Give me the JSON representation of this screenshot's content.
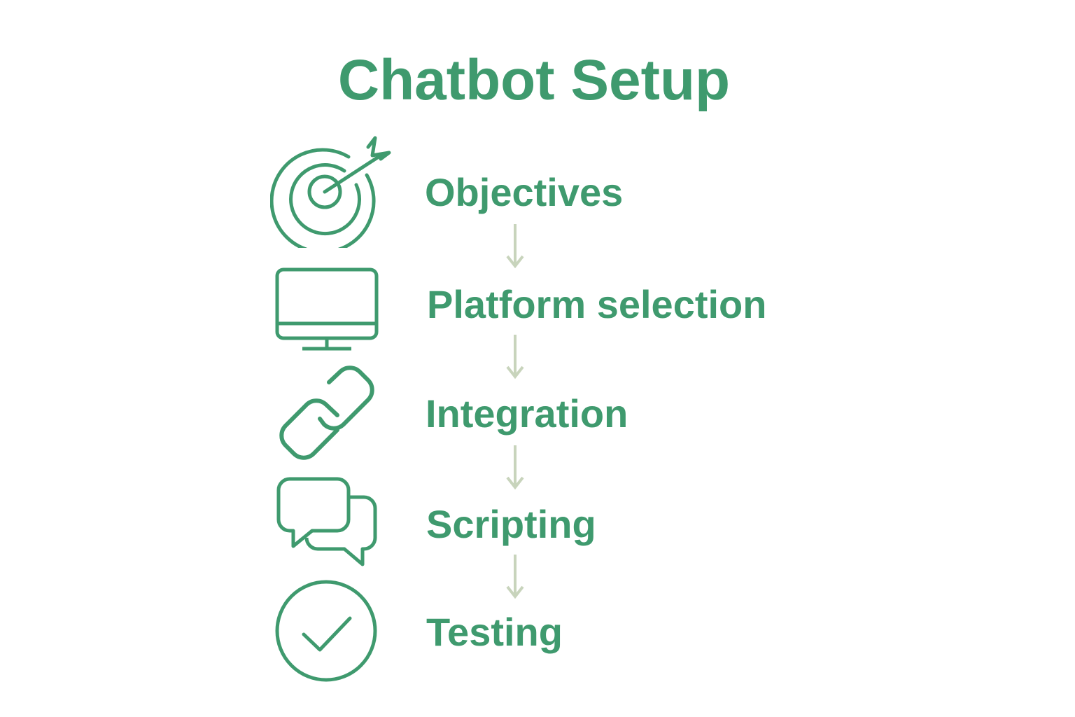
{
  "title": "Chatbot Setup",
  "colors": {
    "primary": "#3f9a6e",
    "arrow": "#c8d4bc",
    "background": "#ffffff"
  },
  "steps": [
    {
      "label": "Objectives",
      "icon": "target-icon"
    },
    {
      "label": "Platform selection",
      "icon": "monitor-icon"
    },
    {
      "label": "Integration",
      "icon": "link-icon"
    },
    {
      "label": "Scripting",
      "icon": "chat-bubbles-icon"
    },
    {
      "label": "Testing",
      "icon": "check-circle-icon"
    }
  ],
  "connectors": [
    "arrow-down",
    "arrow-down",
    "arrow-down",
    "arrow-down"
  ]
}
